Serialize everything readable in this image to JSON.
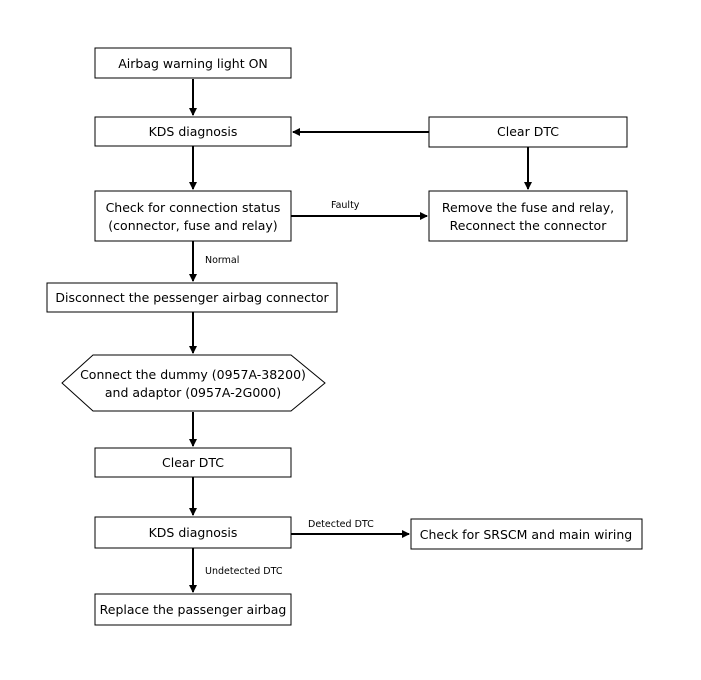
{
  "diagram": {
    "nodes": {
      "warning_light": "Airbag warning light ON",
      "kds_diagnosis_1": "KDS diagnosis",
      "clear_dtc_top": "Clear DTC",
      "check_connection_line1": "Check for connection status",
      "check_connection_line2": "(connector, fuse and relay)",
      "remove_fuse_line1": "Remove the fuse and relay,",
      "remove_fuse_line2": "Reconnect the connector",
      "disconnect_connector": "Disconnect the pessenger airbag connector",
      "connect_dummy_line1": "Connect the dummy (0957A-38200)",
      "connect_dummy_line2": "and adaptor (0957A-2G000)",
      "clear_dtc_2": "Clear DTC",
      "kds_diagnosis_2": "KDS diagnosis",
      "check_srscm": "Check for SRSCM and main wiring",
      "replace_airbag": "Replace the passenger airbag"
    },
    "edge_labels": {
      "faulty": "Faulty",
      "normal": "Normal",
      "detected_dtc": "Detected DTC",
      "undetected_dtc": "Undetected DTC"
    }
  }
}
